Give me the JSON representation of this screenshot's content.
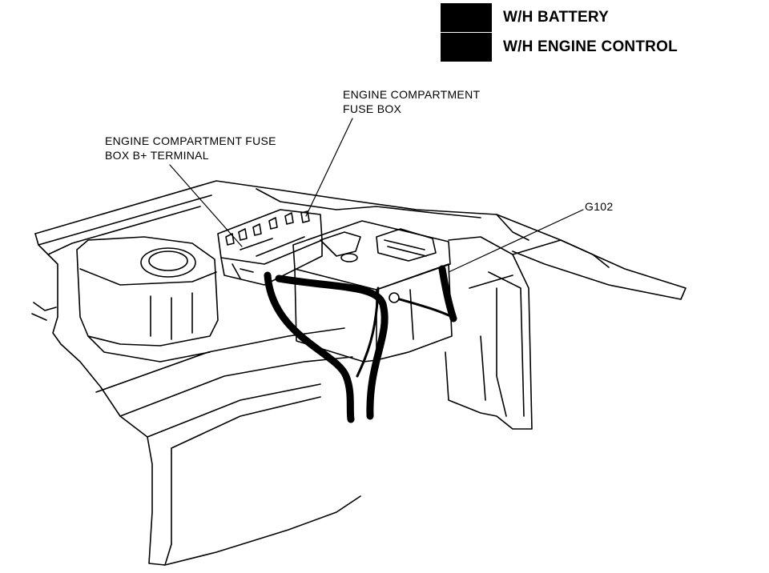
{
  "legend": [
    {
      "label": "W/H BATTERY",
      "swatch_color": "#000000"
    },
    {
      "label": "W/H ENGINE CONTROL",
      "swatch_color": "#000000"
    }
  ],
  "callouts": {
    "fuse_box": {
      "line1": "ENGINE COMPARTMENT",
      "line2": "FUSE BOX"
    },
    "b_terminal": {
      "line1": "ENGINE COMPARTMENT FUSE",
      "line2": "BOX B+ TERMINAL"
    },
    "ground": {
      "line1": "G102"
    }
  }
}
